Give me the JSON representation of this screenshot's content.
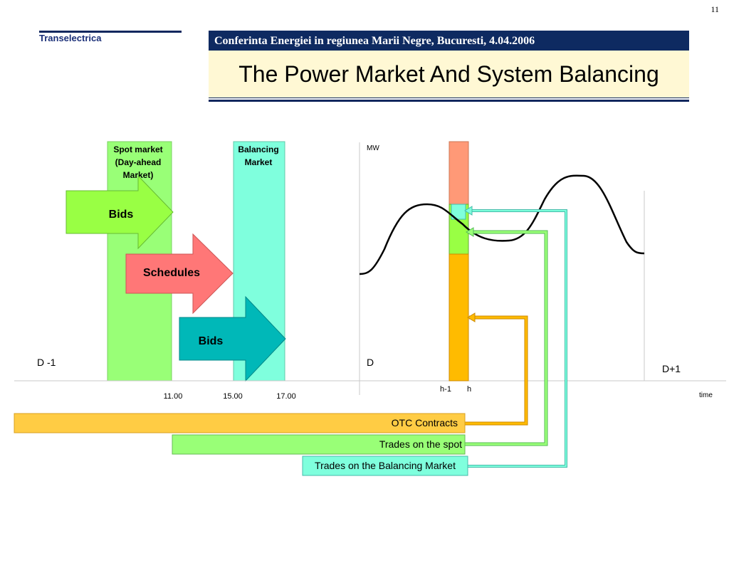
{
  "page_number": "11",
  "brand": "Transelectrica",
  "conference": "Conferinta Energiei in regiunea Marii Negre, Bucuresti, 4.04.2006",
  "title": "The Power Market And System Balancing",
  "spot_market_label": [
    "Spot market",
    "(Day-ahead",
    "Market)"
  ],
  "balancing_market_label": [
    "Balancing",
    "Market"
  ],
  "arrows": {
    "bids_1": "Bids",
    "schedules": "Schedules",
    "bids_2": "Bids"
  },
  "days": {
    "prev": "D -1",
    "current": "D",
    "next": "D+1"
  },
  "axis": {
    "y_label": "MW",
    "x_label": "time"
  },
  "times": [
    "11.00",
    "15.00",
    "17.00"
  ],
  "hour_labels": {
    "prev": "h-1",
    "current": "h"
  },
  "bars": {
    "otc": "OTC Contracts",
    "spot": "Trades on the spot",
    "balancing": "Trades on the Balancing Market"
  },
  "colors": {
    "spot_green": "#99ff77",
    "balancing_cyan": "#7fffdd",
    "bids_green": "#99ff44",
    "schedules_red": "#ff7777",
    "bids_teal": "#00b8b8",
    "otc_orange": "#ffbb00",
    "otc_bar": "#ffcc44",
    "salmon": "#ff9977",
    "navy": "#0e2a61"
  }
}
